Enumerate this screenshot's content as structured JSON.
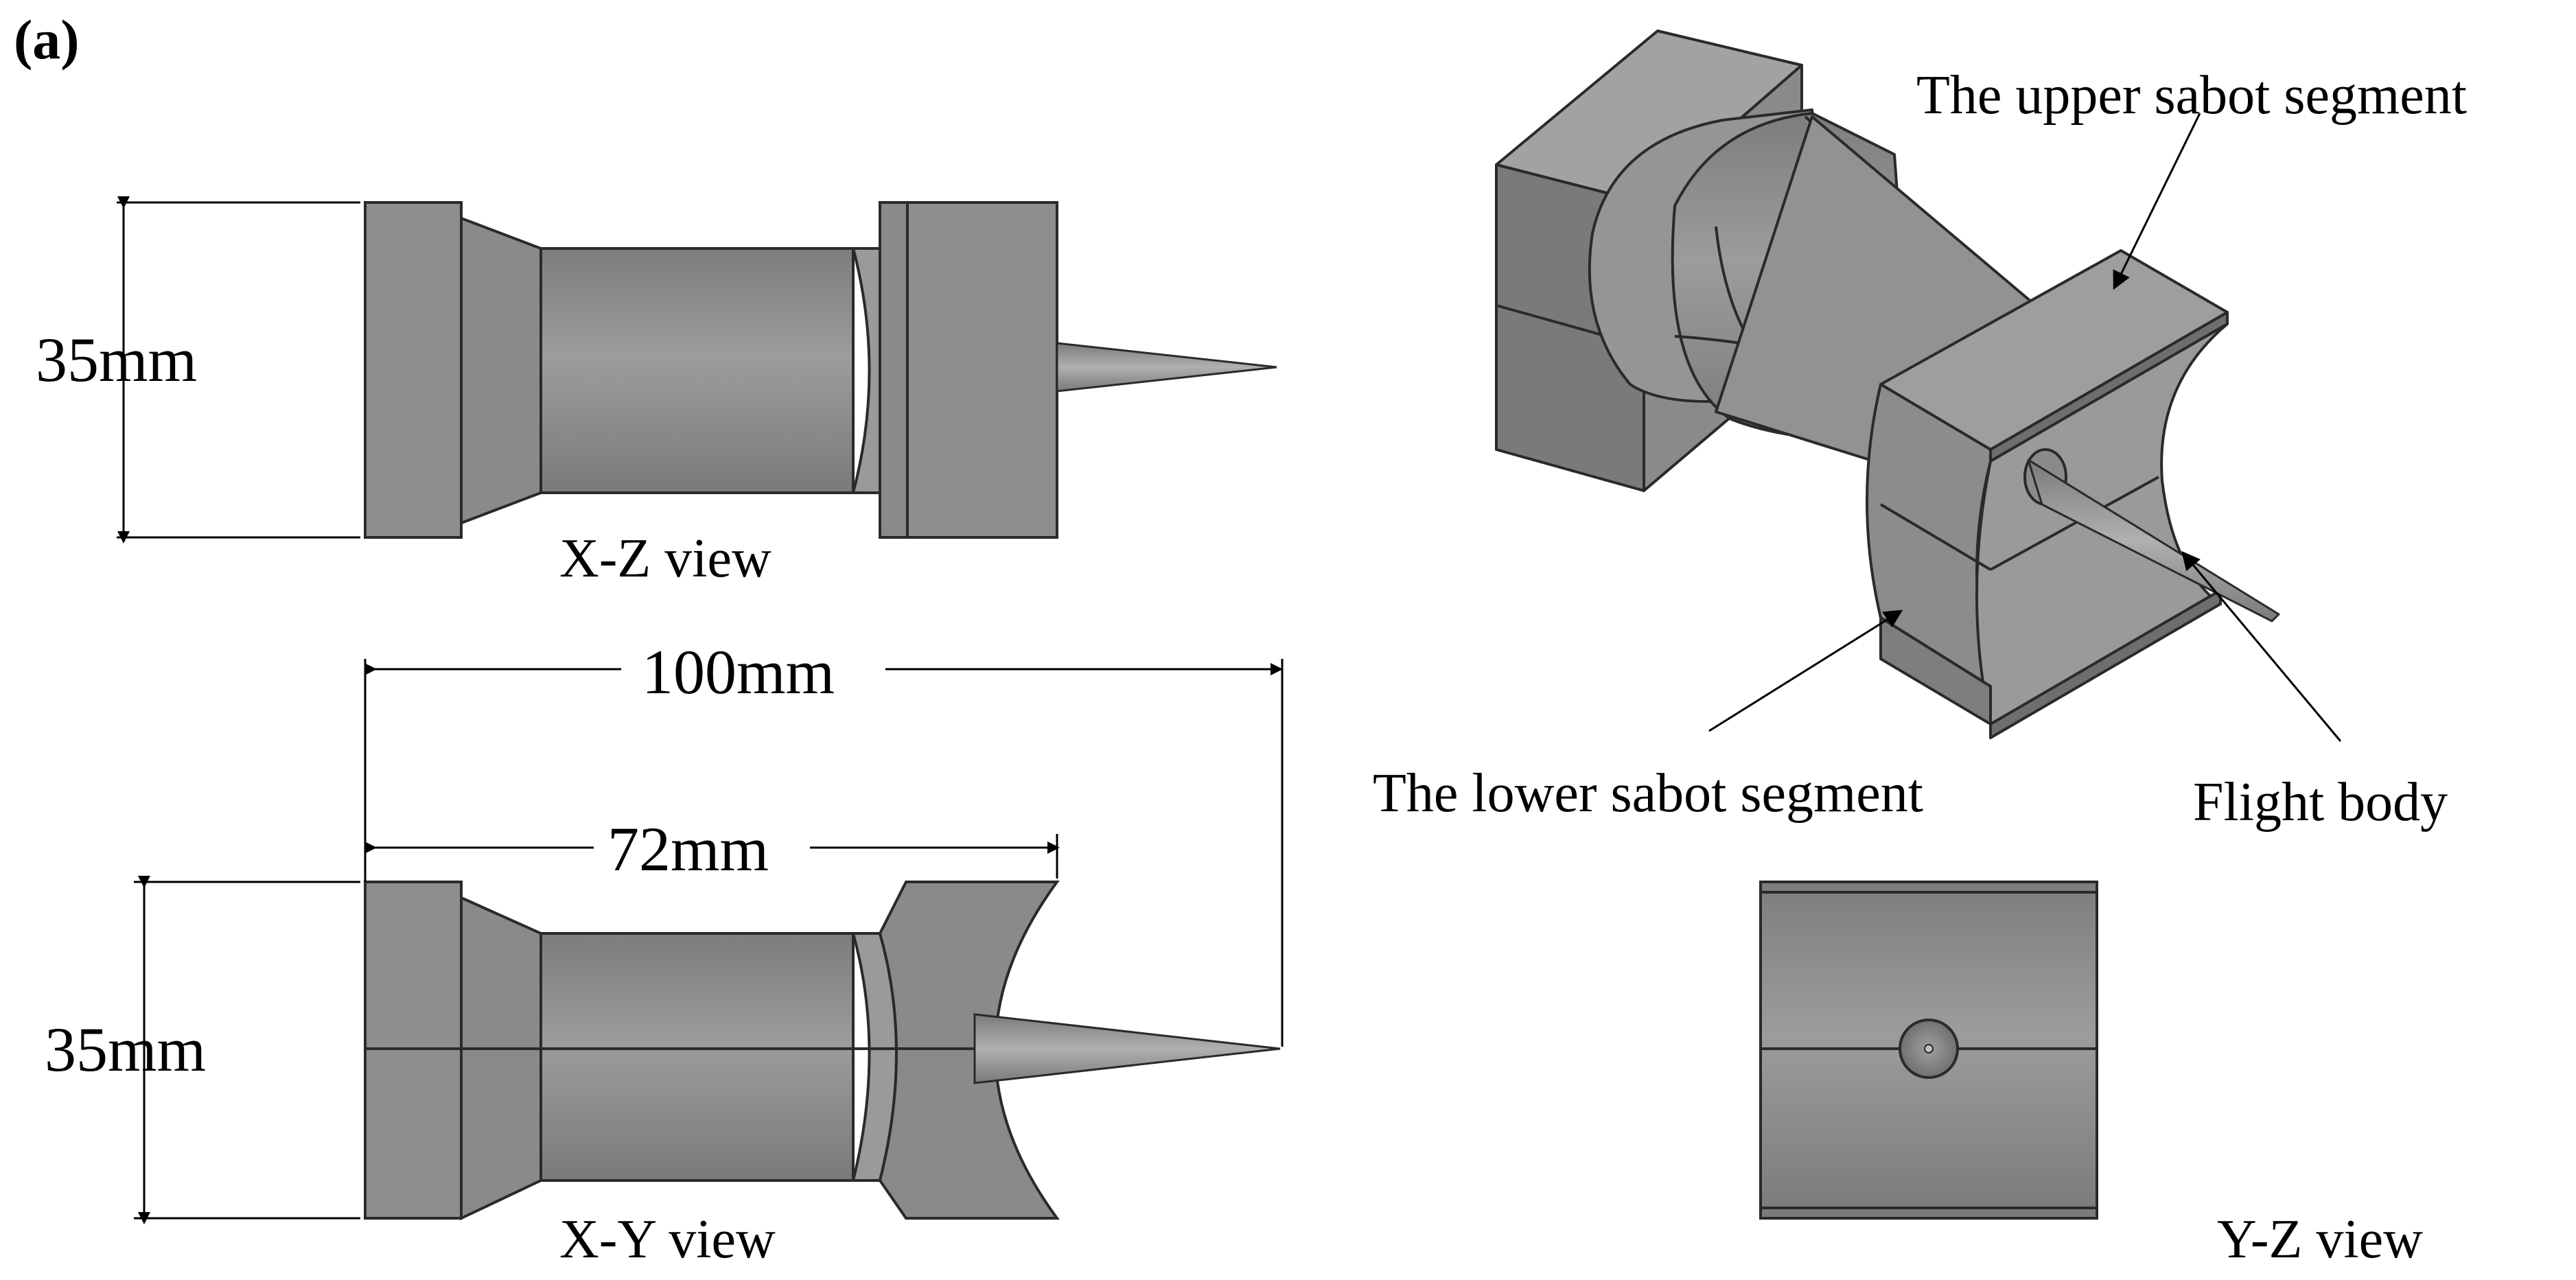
{
  "panel_label": "(a)",
  "views": {
    "xz": "X-Z view",
    "xy": "X-Y view",
    "yz": "Y-Z view"
  },
  "dimensions": {
    "xz_height": "35mm",
    "xy_height": "35mm",
    "total_length": "100mm",
    "sabot_length": "72mm"
  },
  "callouts": {
    "upper_sabot": "The upper sabot segment",
    "lower_sabot": "The lower sabot segment",
    "flight_body": "Flight body"
  },
  "colors": {
    "part_fill": "#8a8a8a",
    "part_dark": "#6e6e6e",
    "part_light": "#a6a6a6",
    "edge": "#2a2a2a"
  }
}
